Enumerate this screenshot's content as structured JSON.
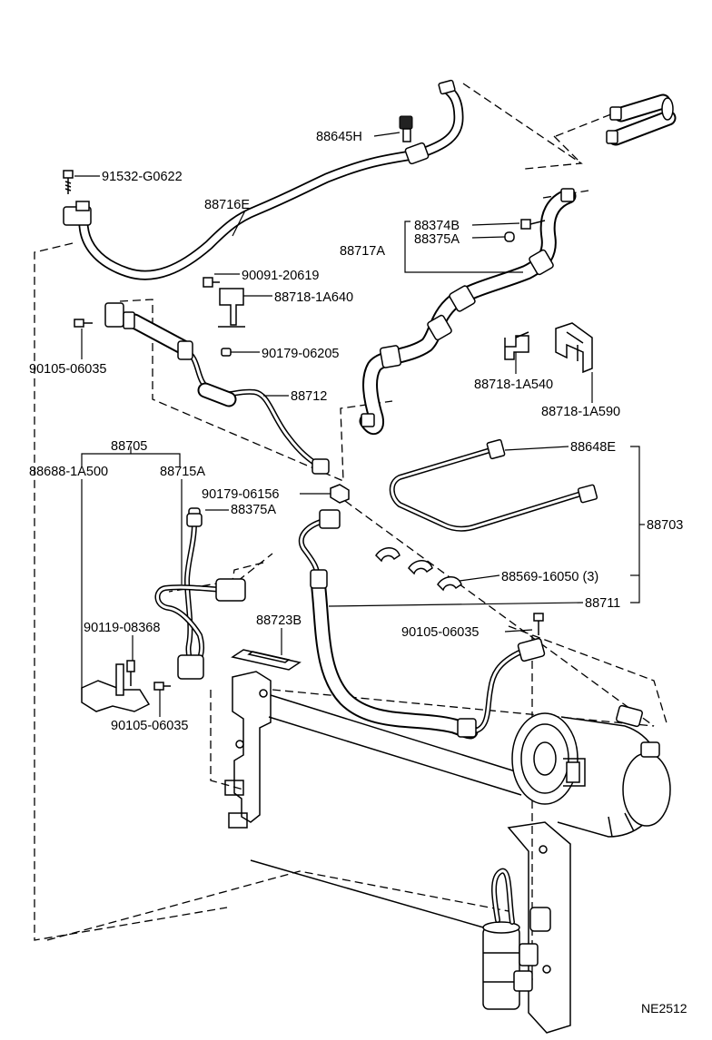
{
  "labels": {
    "p_88645h": "88645H",
    "p_91532_g0622": "91532-G0622",
    "p_88716e": "88716E",
    "p_88374b": "88374B",
    "p_88375a_top": "88375A",
    "p_88717a": "88717A",
    "p_90091_20619": "90091-20619",
    "p_88718_1a640": "88718-1A640",
    "p_90179_06205": "90179-06205",
    "p_90105_06035_left": "90105-06035",
    "p_88712": "88712",
    "p_88718_1a540": "88718-1A540",
    "p_88718_1a590": "88718-1A590",
    "p_88705": "88705",
    "p_88648e": "88648E",
    "p_88688_1a500": "88688-1A500",
    "p_88715a": "88715A",
    "p_90179_06156": "90179-06156",
    "p_88375a_mid": "88375A",
    "p_88703": "88703",
    "p_88569_16050": "88569-16050 (3)",
    "p_88711": "88711",
    "p_88723b": "88723B",
    "p_90119_08368": "90119-08368",
    "p_90105_06035_right": "90105-06035",
    "p_90105_06035_bottom": "90105-06035"
  },
  "figure_code": "NE2512"
}
